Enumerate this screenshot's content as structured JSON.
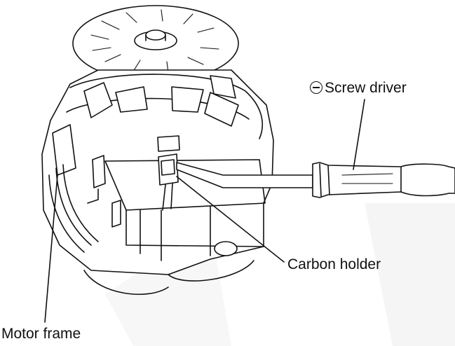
{
  "labels": {
    "screwdriver": "Screw driver",
    "carbon_holder": "Carbon holder",
    "motor_frame": "Motor frame"
  },
  "icons": {
    "screwdriver_prefix": "minus-circle-icon"
  },
  "colors": {
    "ink": "#111111",
    "background": "#ffffff",
    "watermark": "#eeeeee"
  }
}
